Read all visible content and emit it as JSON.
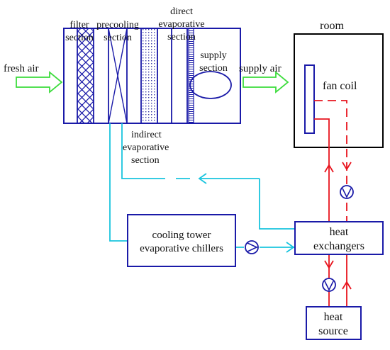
{
  "labels": {
    "filter_line1": "filter",
    "filter_line2": "section",
    "precooling_line1": "precooling",
    "precooling_line2": "section",
    "direct_line1": "direct",
    "direct_line2": "evaporative",
    "direct_line3": "section",
    "supply_section_line1": "supply",
    "supply_section_line2": "section",
    "fresh_air": "fresh air",
    "supply_air": "supply air",
    "room": "room",
    "fan_coil": "fan coil",
    "indirect_line1": "indirect",
    "indirect_line2": "evaporative",
    "indirect_line3": "section",
    "cooling_tower_line1": "cooling tower",
    "cooling_tower_line2": "evaporative chillers",
    "heat_exchangers_line1": "heat",
    "heat_exchangers_line2": "exchangers",
    "heat_source_line1": "heat",
    "heat_source_line2": "source"
  },
  "colors": {
    "equipment": "#1a1aa8",
    "hot_water": "#e8141e",
    "cooling_water": "#19c4de",
    "air_arrow": "#3ddc3d",
    "room_outline": "#000000"
  },
  "icons": [
    "pump-icon",
    "fresh-air-arrow-icon",
    "supply-air-arrow-icon",
    "flow-arrow-icon"
  ]
}
